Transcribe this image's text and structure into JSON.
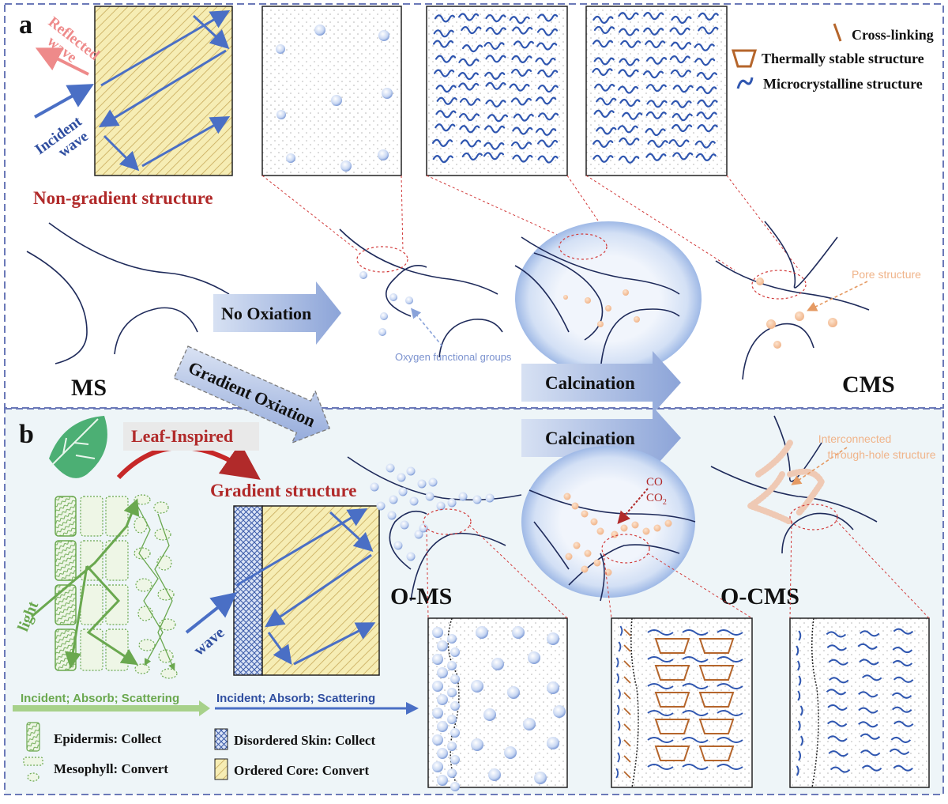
{
  "panel_a": {
    "letter": "a",
    "reflected_wave": [
      "Reflected",
      "wave"
    ],
    "incident_wave": [
      "Incident",
      "wave"
    ],
    "non_gradient_title": "Non-gradient structure",
    "legend": {
      "cross_linking": "Cross-linking",
      "thermally_stable": "Thermally stable structure",
      "microcrystalline": "Microcrystalline structure"
    },
    "ms_label": "MS",
    "no_oxidation": "No Oxiation",
    "oxygen_groups": "Oxygen functional groups",
    "calcination": "Calcination",
    "pore_structure": "Pore structure",
    "cms_label": "CMS",
    "gradient_oxidation": "Gradient Oxiation"
  },
  "panel_b": {
    "letter": "b",
    "leaf_inspired": "Leaf-Inspired",
    "gradient_title": "Gradient structure",
    "light_label": "light",
    "wave_label": "wave",
    "leaf_process": "Incident; Absorb; Scattering",
    "material_process": "Incident; Absorb; Scattering",
    "epidermis": "Epidermis: Collect",
    "mesophyll": "Mesophyll: Convert",
    "disordered_skin": "Disordered Skin: Collect",
    "ordered_core": "Ordered Core: Convert",
    "calcination": "Calcination",
    "co": "CO",
    "co2": "CO",
    "co2_sub": "2",
    "interconnected": [
      "Interconnected",
      "through-hole structure"
    ],
    "oms_label": "O-MS",
    "ocms_label": "O-CMS"
  },
  "colors": {
    "panel_border": "#6b79b8",
    "panel_b_bg": "#eef5f8",
    "title_red": "#b12a2a",
    "reflected_pink": "#ee8a8a",
    "arrow_blue": "#4a6fc5",
    "leaf_green": "#6aa84f",
    "pore_orange": "#f0b48a",
    "cross_link_brown": "#b5652b",
    "fiber_line": "#1e2a5a",
    "hatch_yellow": "#f6edb4"
  }
}
